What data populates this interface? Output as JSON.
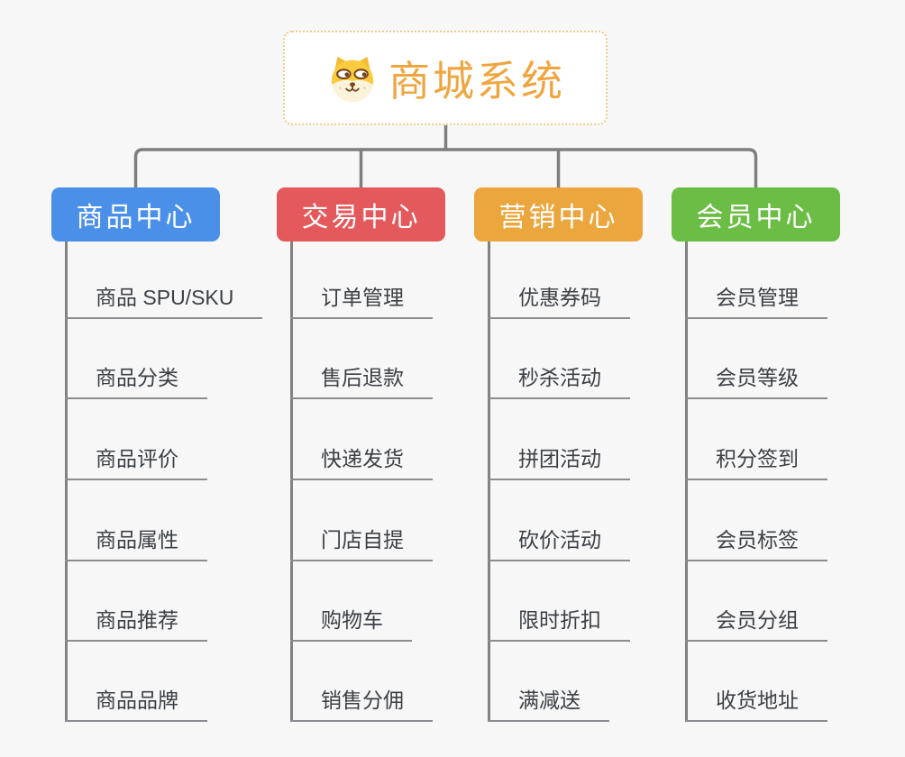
{
  "root": {
    "title": "商城系统",
    "icon": "shiba-dog-icon",
    "text_color": "#F0A640",
    "border_color": "#F2C98B"
  },
  "connectors": {
    "color": "#7E7E7E"
  },
  "branches": [
    {
      "label": "商品中心",
      "color": "#4B90E8",
      "children": [
        "商品 SPU/SKU",
        "商品分类",
        "商品评价",
        "商品属性",
        "商品推荐",
        "商品品牌"
      ]
    },
    {
      "label": "交易中心",
      "color": "#E4595B",
      "children": [
        "订单管理",
        "售后退款",
        "快递发货",
        "门店自提",
        "购物车",
        "销售分佣"
      ]
    },
    {
      "label": "营销中心",
      "color": "#EBA63E",
      "children": [
        "优惠券码",
        "秒杀活动",
        "拼团活动",
        "砍价活动",
        "限时折扣",
        "满减送"
      ]
    },
    {
      "label": "会员中心",
      "color": "#6CBD45",
      "children": [
        "会员管理",
        "会员等级",
        "积分签到",
        "会员标签",
        "会员分组",
        "收货地址"
      ]
    }
  ]
}
